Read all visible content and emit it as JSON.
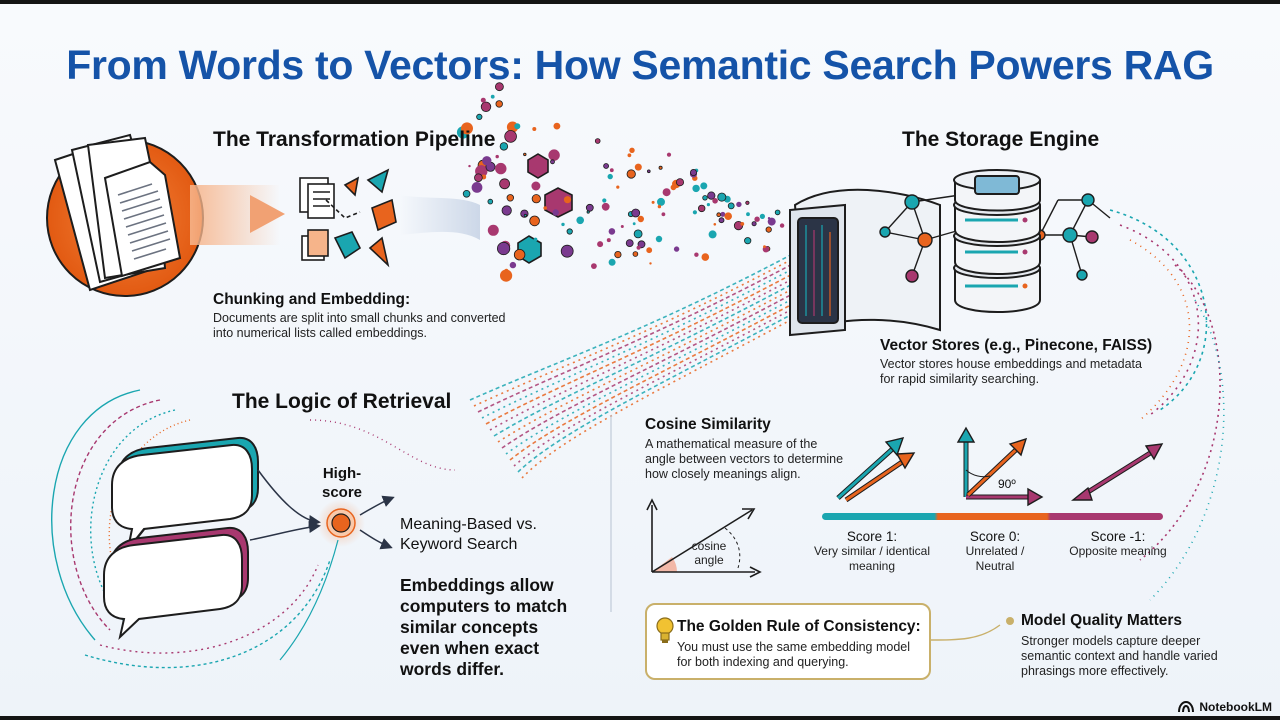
{
  "title": "From Words to Vectors: How Semantic Search Powers RAG",
  "pipeline": {
    "heading": "The Transformation Pipeline",
    "subheading": "Chunking and Embedding:",
    "description": "Documents are split into small chunks and converted into numerical lists called embeddings."
  },
  "storage": {
    "heading": "The Storage Engine",
    "subheading": "Vector Stores (e.g., Pinecone, FAISS)",
    "description": "Vector stores house embeddings and metadata for rapid similarity searching."
  },
  "retrieval": {
    "heading": "The Logic of Retrieval",
    "high_score_label": "High-score",
    "subheading": "Meaning-Based vs. Keyword Search",
    "description": "Embeddings allow computers to match similar concepts even when exact words differ."
  },
  "cosine": {
    "heading": "Cosine Similarity",
    "description": "A mathematical measure of the angle between vectors to determine how closely meanings align.",
    "angle_label": "cosine angle",
    "right_angle_label": "90º",
    "scores": [
      {
        "score": "Score 1:",
        "meaning": "Very similar / identical meaning"
      },
      {
        "score": "Score 0:",
        "meaning": "Unrelated / Neutral"
      },
      {
        "score": "Score -1:",
        "meaning": "Opposite meaning"
      }
    ]
  },
  "golden_rule": {
    "heading": "The Golden Rule of Consistency:",
    "description": "You must use the same embedding model for both indexing and querying."
  },
  "model_quality": {
    "heading": "Model Quality Matters",
    "description": "Stronger models capture deeper semantic context and handle varied phrasings more effectively."
  },
  "branding": {
    "name": "NotebookLM"
  },
  "colors": {
    "title": "#1553a8",
    "teal": "#1aa6b0",
    "orange": "#e8641e",
    "magenta": "#a8386f",
    "purple": "#7a3a8f",
    "gold": "#c9b06a"
  }
}
